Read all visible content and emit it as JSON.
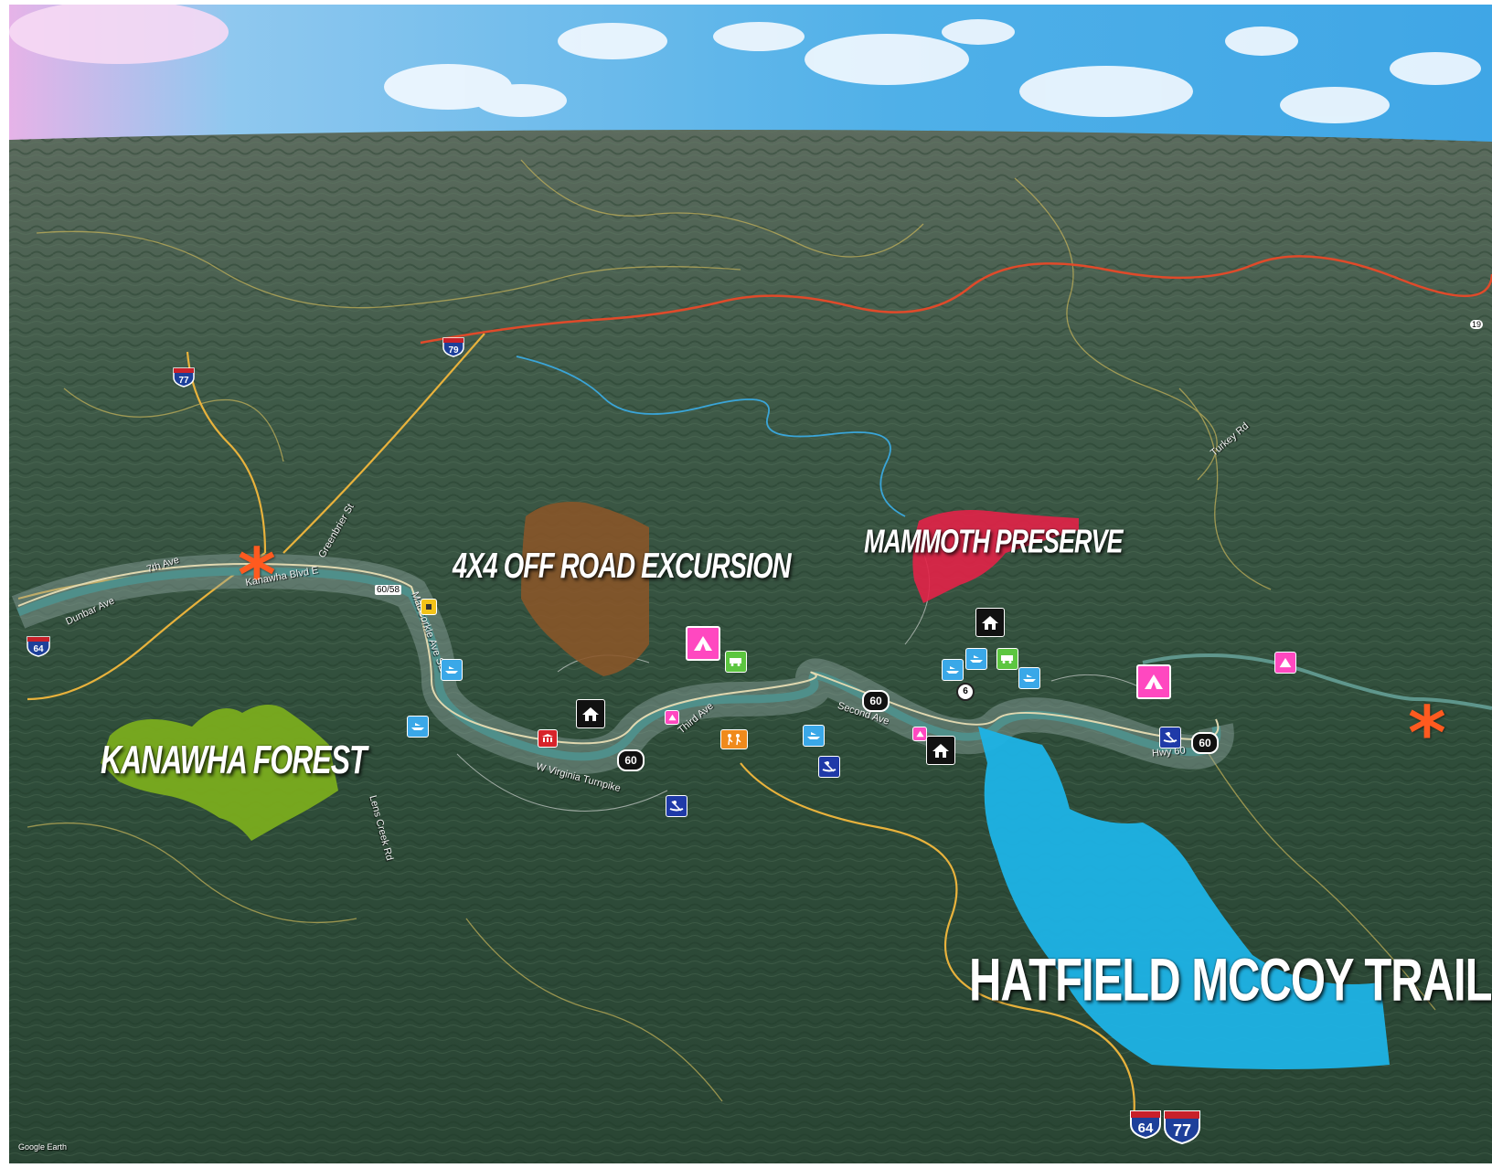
{
  "map": {
    "attribution": "Google Earth",
    "colors": {
      "kanawha_forest": "#7aac1e",
      "off_road": "#8a5528",
      "mammoth": "#e32248",
      "hatfield": "#1db3e6",
      "star": "#ff5a1f",
      "camp_icon": "#ff48c0",
      "rv_icon": "#5cc640",
      "boat_icon": "#3aa8e8",
      "kayak_icon": "#1f3aa8"
    }
  },
  "regions": {
    "kanawha_forest": "KANAWHA FOREST",
    "off_road": "4X4 OFF ROAD EXCURSION",
    "mammoth": "MAMMOTH PRESERVE",
    "hatfield": "HATFIELD MCCOY TRAILS"
  },
  "roads": {
    "i64_west": "64",
    "i77_north": "77",
    "i79": "79",
    "us60_a": "60",
    "us60_b": "60",
    "us60_c": "60",
    "route6": "6",
    "us60_58": "60/58",
    "i64_south": "64",
    "i77_south": "77",
    "route19": "19",
    "seventh_ave": "7th Ave",
    "dunbar_ave": "Dunbar Ave",
    "macorkle_ave": "MacCorkle Ave SE",
    "kanawha_blvd": "Kanawha Blvd E",
    "third_ave": "Third Ave",
    "second_ave": "Second Ave",
    "hwy60": "Hwy 60",
    "wv_turnpike": "W Virginia Turnpike",
    "lens_creek": "Lens Creek Rd",
    "greenbrier": "Greenbrier St",
    "turkey_rd": "Turkey Rd"
  },
  "icons": {
    "star": "asterisk-marker",
    "campground": "tent-icon",
    "rv": "rv-icon",
    "boat_ramp": "boat-icon",
    "kayak": "kayak-icon",
    "lodge": "lodge-icon",
    "museum": "museum-icon",
    "hiking": "hiking-icon"
  }
}
